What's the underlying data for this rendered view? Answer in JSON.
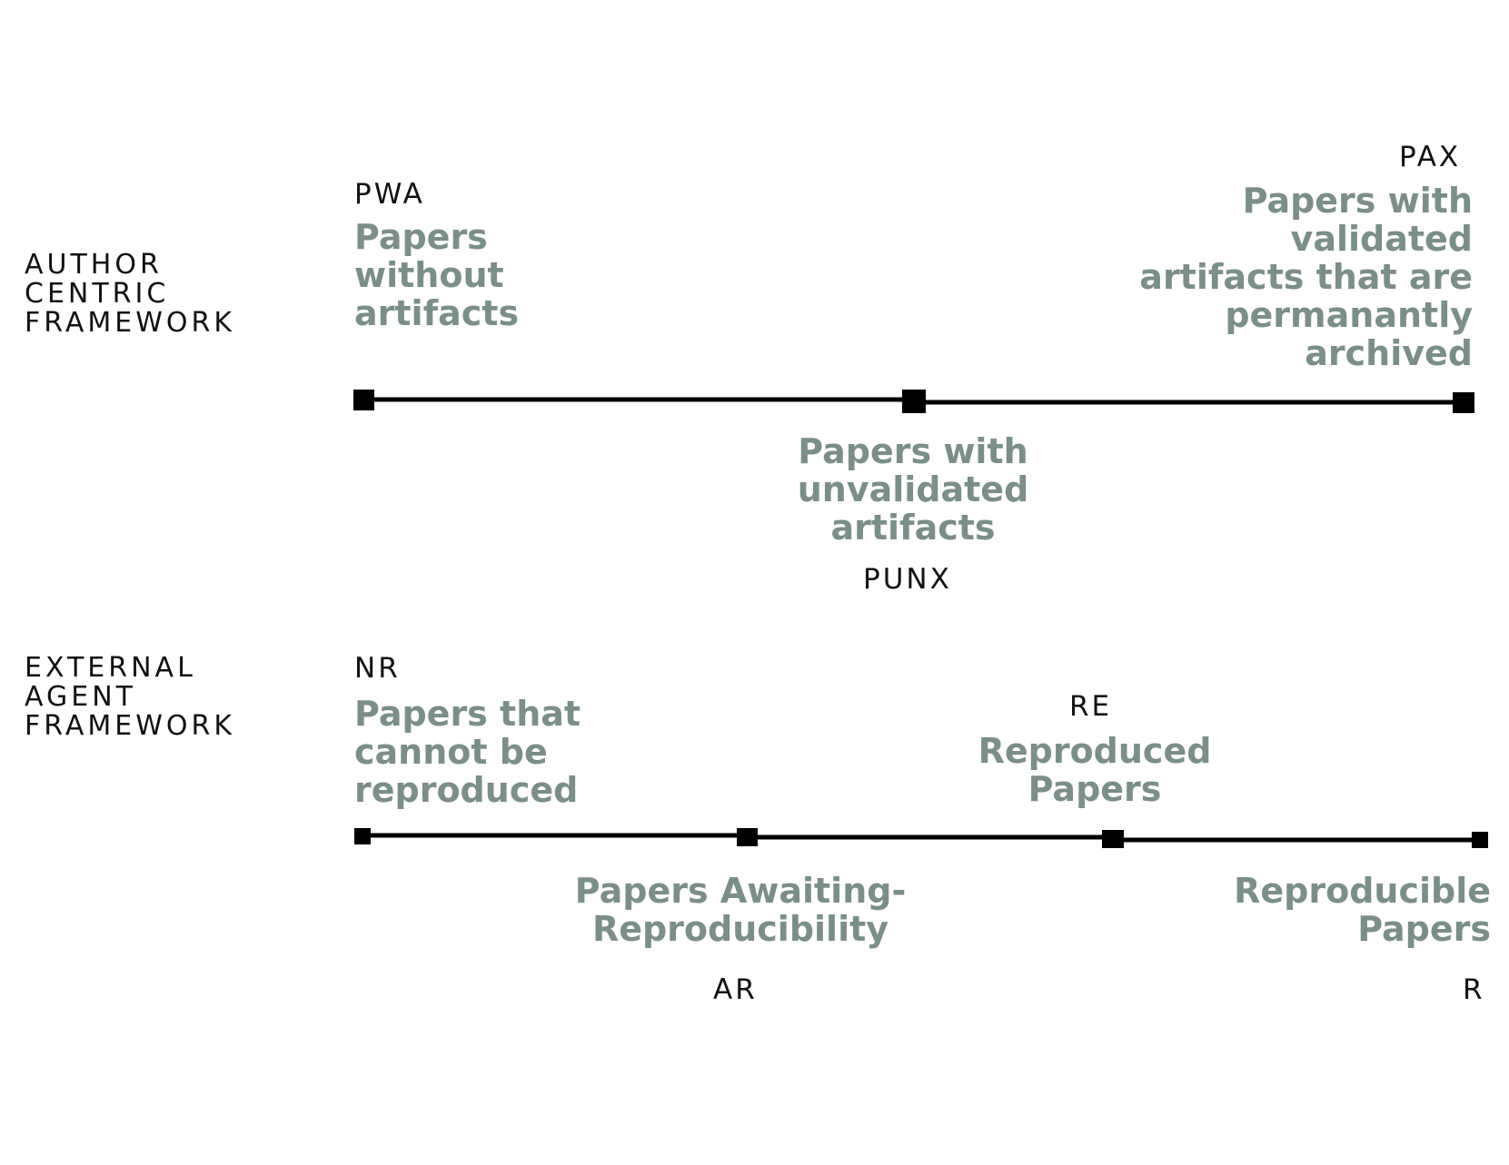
{
  "colors": {
    "description_text": "#7a8f86",
    "line": "#000000",
    "label_text": "#111111"
  },
  "author_framework": {
    "label": "AUTHOR\nCENTRIC\nFRAMEWORK",
    "stages": [
      {
        "code": "PWA",
        "description": "Papers\nwithout\nartifacts"
      },
      {
        "code": "PUNX",
        "description": "Papers with\nunvalidated\nartifacts"
      },
      {
        "code": "PAX",
        "description": "Papers with\nvalidated\nartifacts that are\npermanantly\narchived"
      }
    ]
  },
  "external_framework": {
    "label": "EXTERNAL\nAGENT\nFRAMEWORK",
    "stages": [
      {
        "code": "NR",
        "description": "Papers that\ncannot be\nreproduced"
      },
      {
        "code": "AR",
        "description": "Papers Awaiting-\nReproducibility"
      },
      {
        "code": "RE",
        "description": "Reproduced\nPapers"
      },
      {
        "code": "R",
        "description": "Reproducible\nPapers"
      }
    ]
  }
}
